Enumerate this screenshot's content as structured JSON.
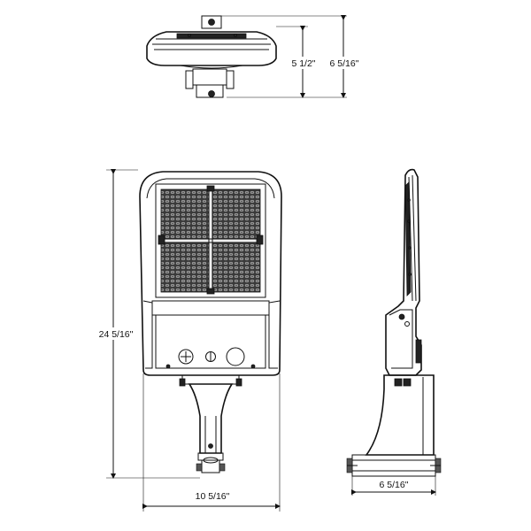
{
  "dimensions": {
    "top_view_height_inner": "5 1/2\"",
    "top_view_height_outer": "6 5/16\"",
    "front_view_height": "24 5/16\"",
    "front_view_width": "10 5/16\"",
    "side_view_width": "6 5/16\""
  }
}
